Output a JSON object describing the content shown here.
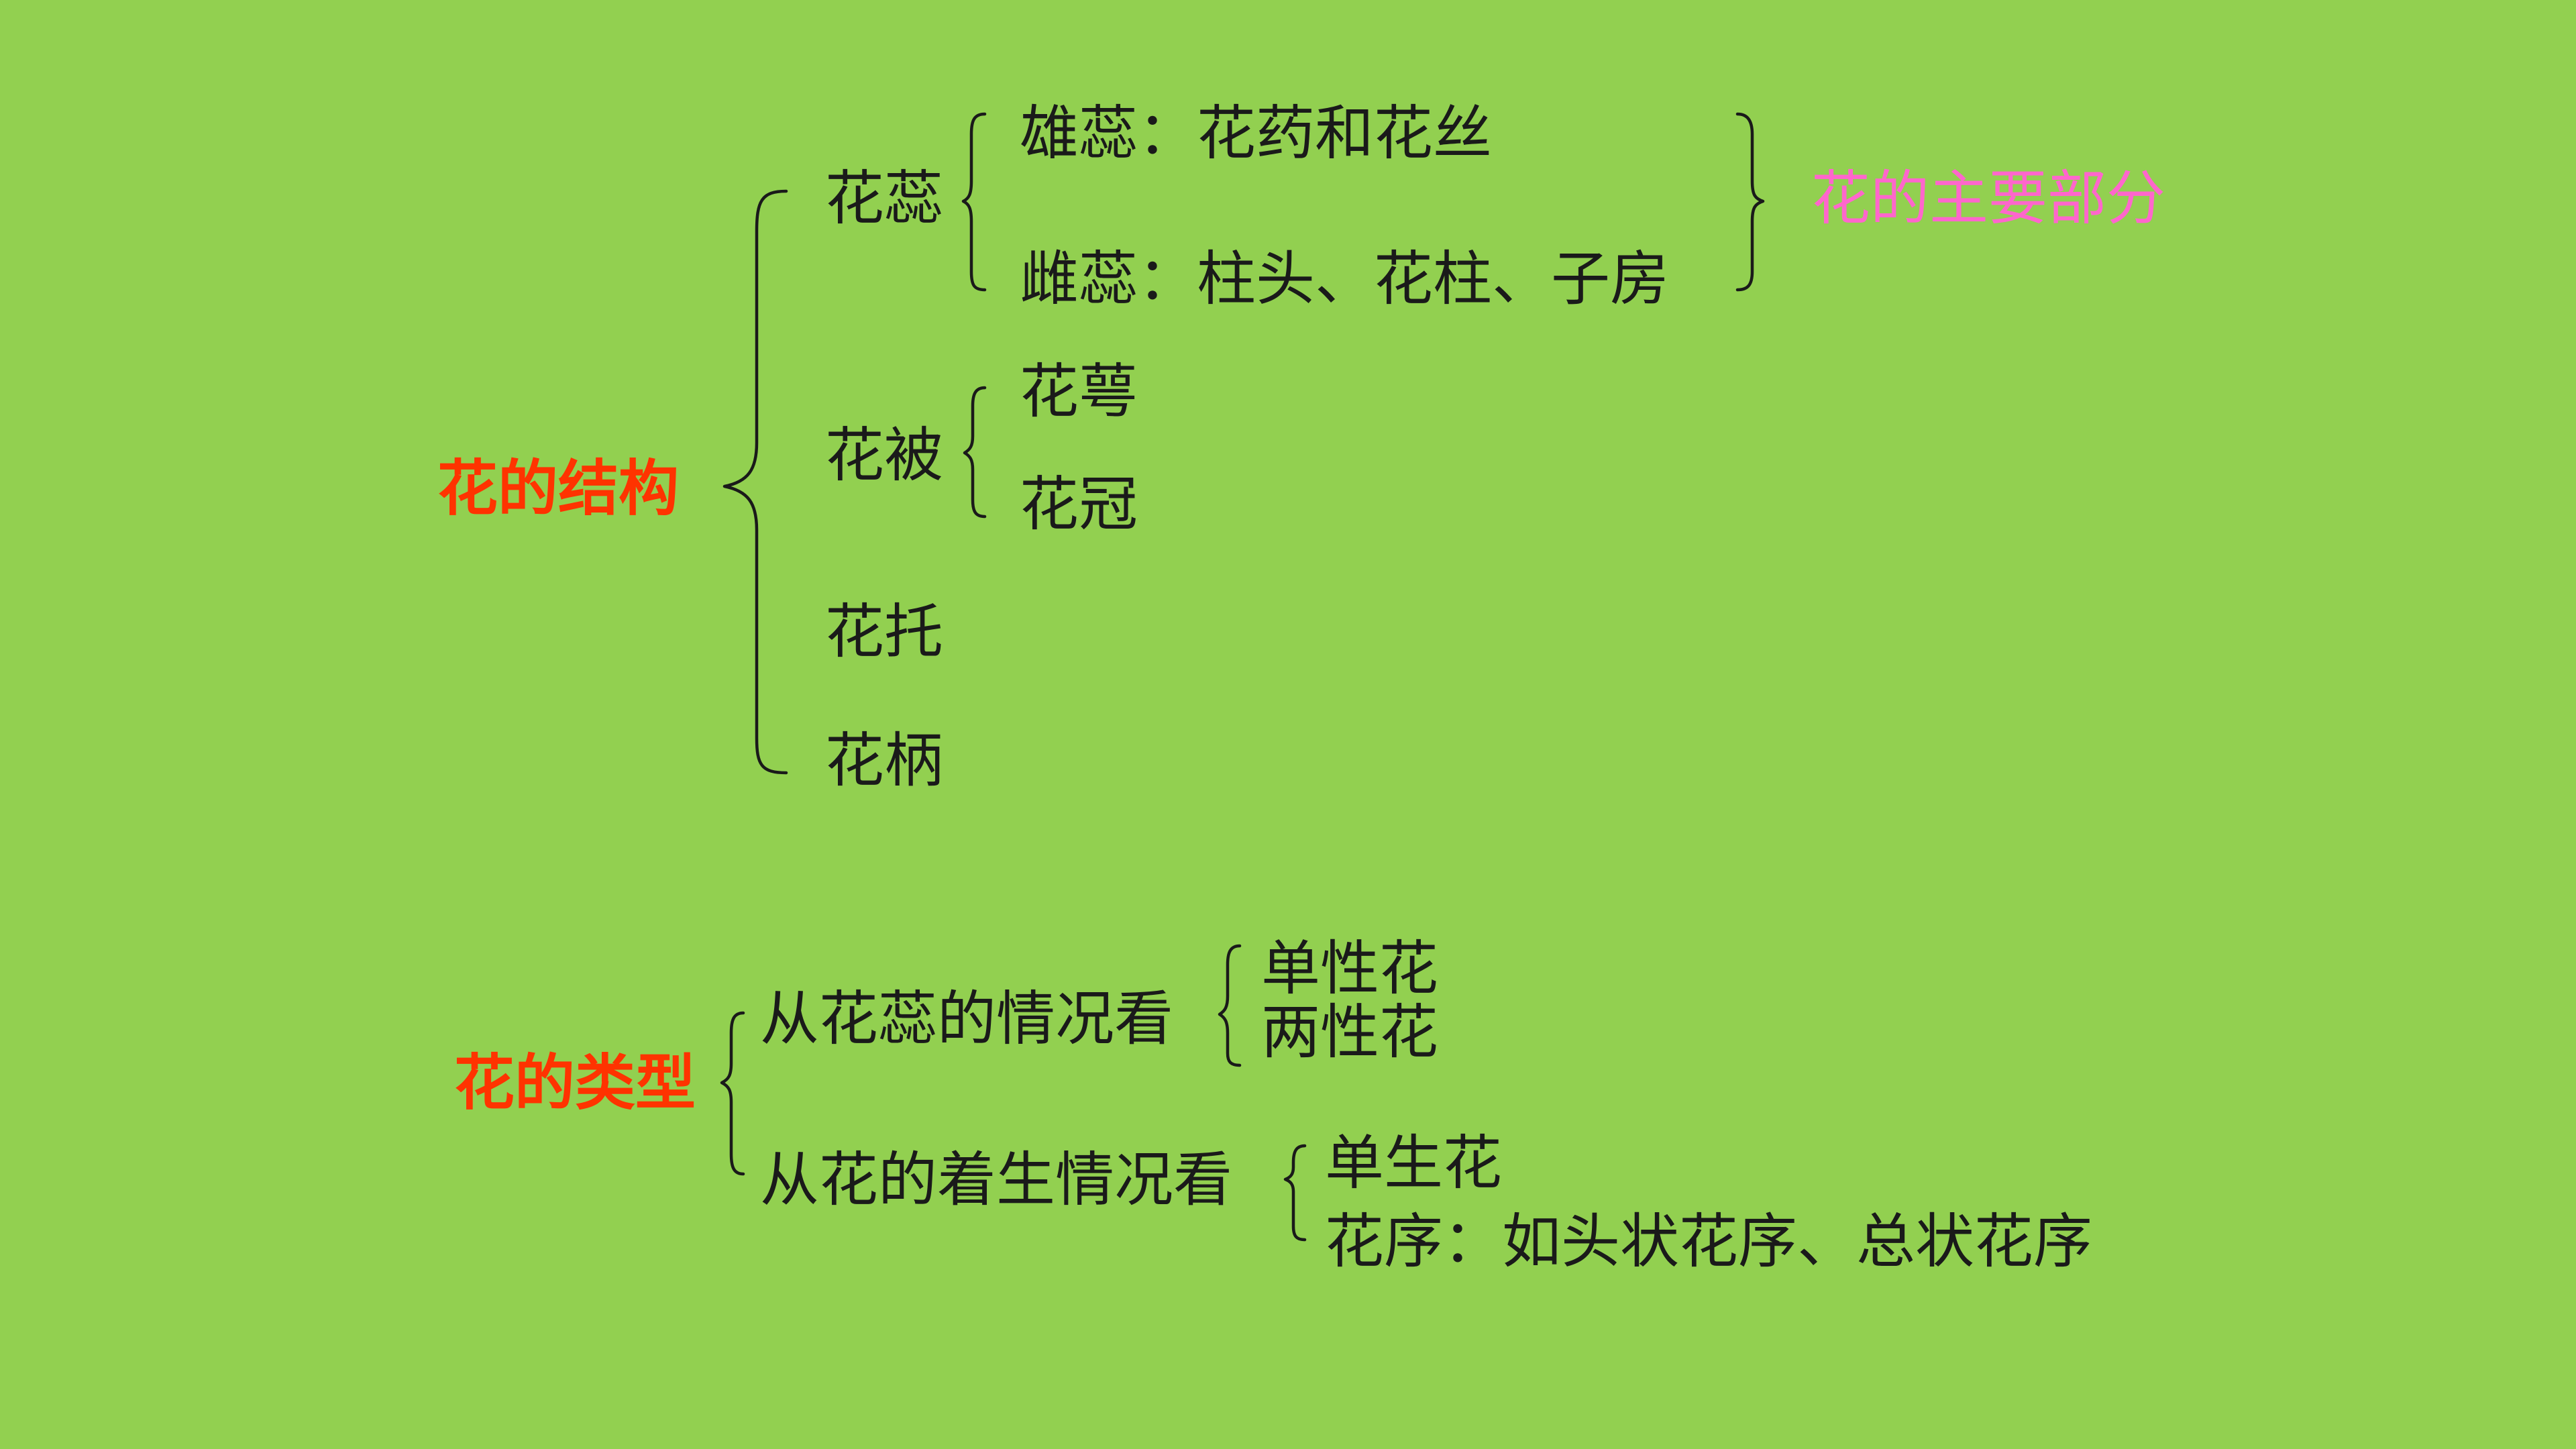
{
  "colors": {
    "background": "#92d050",
    "heading": "#ff3300",
    "note": "#ff66cc",
    "text": "#1a1a1a"
  },
  "structure": {
    "title": "花的结构",
    "pistil_stamen": {
      "label": "花蕊",
      "stamen": "雄蕊：花药和花丝",
      "pistil": "雌蕊：柱头、花柱、子房",
      "note": "花的主要部分"
    },
    "perianth": {
      "label": "花被",
      "sepal": "花萼",
      "petal": "花冠"
    },
    "receptacle": "花托",
    "pedicel": "花柄"
  },
  "types": {
    "title": "花的类型",
    "by_stamen_pistil": {
      "label": "从花蕊的情况看",
      "unisexual": "单性花",
      "bisexual": "两性花"
    },
    "by_arrangement": {
      "label": "从花的着生情况看",
      "solitary": "单生花",
      "inflorescence": "花序：如头状花序、总状花序"
    }
  }
}
